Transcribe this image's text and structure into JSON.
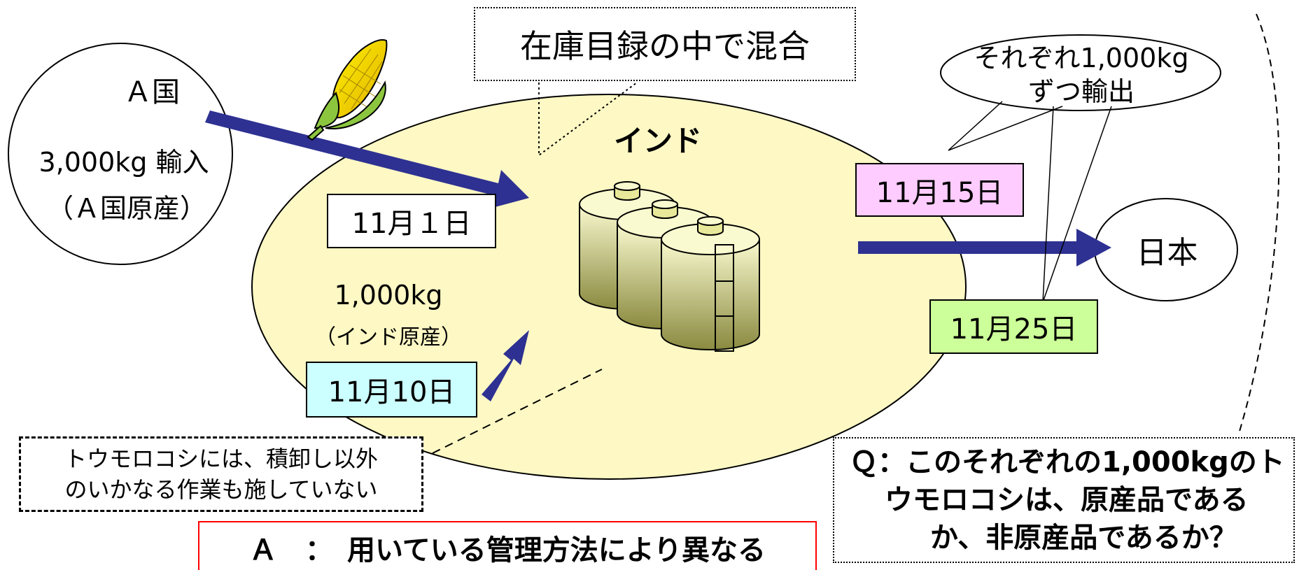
{
  "colors": {
    "india_fill": "#fdf8c4",
    "arrow": "#2e3192",
    "date_nov1_bg": "#ffffff",
    "date_nov10_bg": "#ccffff",
    "date_nov15_bg": "#ffccff",
    "date_nov25_bg": "#ccff99",
    "answer_border": "#ff0000",
    "tank_top": "#fafad0",
    "tank_bottom": "#8a8a40"
  },
  "icons": [
    "corn-icon",
    "storage-tanks-icon"
  ],
  "country_a": {
    "name": "Ａ国",
    "import_amount": "3,000kg 輸入",
    "origin": "（Ａ国原産）"
  },
  "callout_mixing": "在庫目録の中で混合",
  "india": {
    "label": "インド",
    "domestic_amount": "1,000kg",
    "domestic_origin": "（インド原産）"
  },
  "dates": {
    "nov1": "11月１日",
    "nov10": "11月10日",
    "nov15": "11月15日",
    "nov25": "11月25日"
  },
  "export_callout": {
    "line1": "それぞれ1,000kg",
    "line2": "ずつ輸出"
  },
  "japan": "日本",
  "note": {
    "line1": "トウモロコシには、積卸し以外",
    "line2": "のいかなる作業も施していない"
  },
  "question": {
    "line1": "Ｑ：このそれぞれの1,000kgのト",
    "line2": "ウモロコシは、原産品である",
    "line3": "か、非原産品であるか？"
  },
  "answer": "Ａ　：　用いている管理方法により異なる"
}
